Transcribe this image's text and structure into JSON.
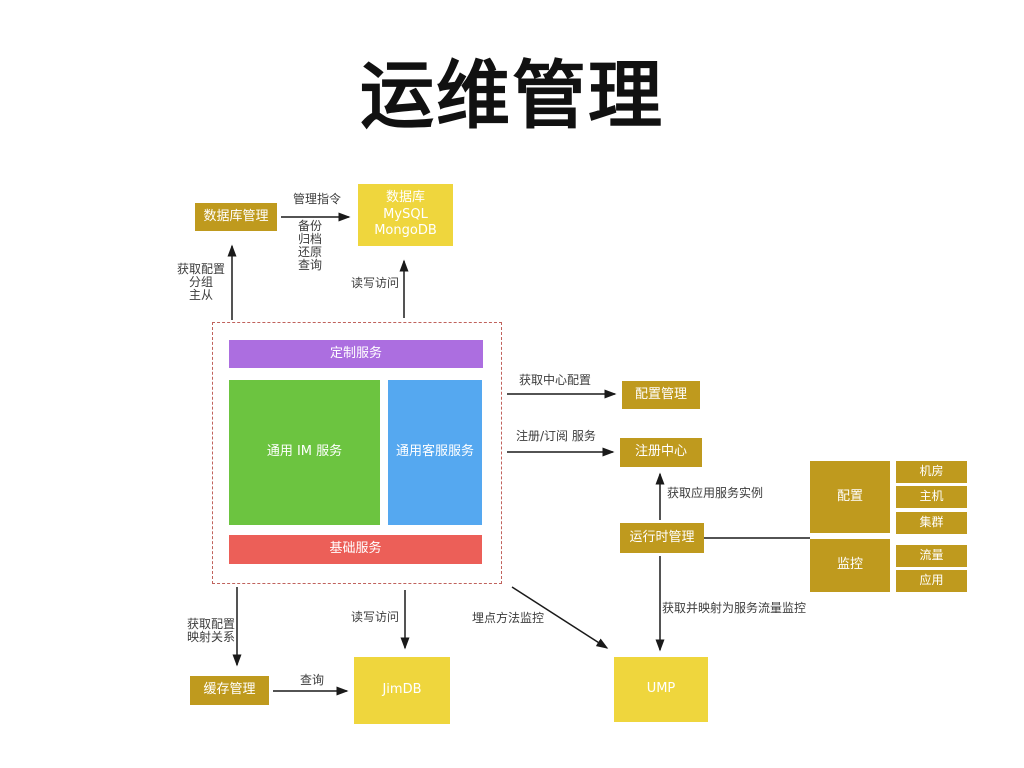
{
  "title": "运维管理",
  "palette": {
    "gold": "#BF9A1E",
    "yellow": "#EFD63D",
    "purple": "#AC6EE0",
    "green": "#6CC440",
    "blue": "#55A8F0",
    "red": "#EC5F58",
    "dashed_border": "#C0625C",
    "text_on_box": "#FFFFFF",
    "annotation_text": "#3C3C3C"
  },
  "nodes": {
    "db_mgmt": "数据库管理",
    "database": "数据库\nMySQL\nMongoDB",
    "config_mgmt": "配置管理",
    "registry": "注册中心",
    "runtime_mgmt": "运行时管理",
    "config": "配置",
    "monitor": "监控",
    "room": "机房",
    "host": "主机",
    "cluster": "集群",
    "traffic": "流量",
    "app": "应用",
    "cache_mgmt": "缓存管理",
    "jimdb": "JimDB",
    "ump": "UMP"
  },
  "platform": {
    "custom_services": "定制服务",
    "im_service": "通用 IM 服务",
    "cs_service": "通用客服服务",
    "base_services": "基础服务"
  },
  "edges": {
    "mgmt_cmd": "管理指令",
    "cmd_list": "备份\n归档\n还原\n查询",
    "get_config_group": "获取配置\n分组\n主从",
    "rw_access_top": "读写访问",
    "get_center_config": "获取中心配置",
    "register_subscribe": "注册/订阅 服务",
    "get_app_instance": "获取应用服务实例",
    "get_config_mapping": "获取配置\n映射关系",
    "rw_access_bottom": "读写访问",
    "query": "查询",
    "tracking_monitor": "埋点方法监控",
    "map_traffic_monitor": "获取并映射为服务流量监控"
  }
}
